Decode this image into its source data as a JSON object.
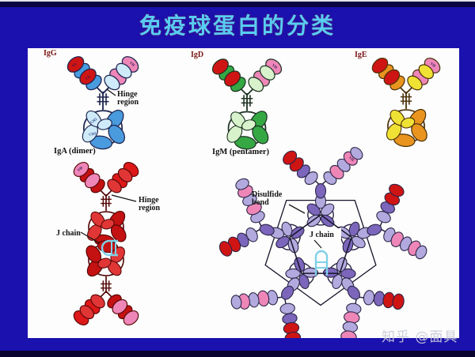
{
  "slide": {
    "title": "免疫球蛋白的分类",
    "watermark": "知乎 @面具"
  },
  "colors": {
    "background": "#1b11ae",
    "title_text": "#57cdf1",
    "panel": "#fdfdfd",
    "igg_heavy": "#4a9ade",
    "igg_light": "#cfeaf8",
    "igd_heavy": "#35a844",
    "igd_light": "#d8f2cc",
    "ige_heavy": "#e8941f",
    "ige_light": "#f0e235",
    "iga_red": "#c41111",
    "red_domain": "#cf1414",
    "pink_domain": "#ee86b8",
    "igm_purple": "#7b66bb",
    "igm_lavender": "#b2aade",
    "j_chain_cyan": "#7fd0e8"
  },
  "diagrams": {
    "igg": {
      "label": "IgG",
      "hinge": {
        "line1": "Hinge",
        "line2": "region"
      }
    },
    "igd": {
      "label": "IgD"
    },
    "ige": {
      "label": "IgE"
    },
    "iga": {
      "label": "IgA (dimer)",
      "hinge": {
        "line1": "Hinge",
        "line2": "region"
      },
      "j_chain": "J chain"
    },
    "igm": {
      "label": "IgM (pentamer)",
      "disulfide": {
        "line1": "Disulfide",
        "line2": "bond"
      },
      "j_chain": "J chain"
    }
  },
  "domain_labels": {
    "vh": "VH",
    "vl": "VL",
    "cl": "CL",
    "ch2": "CH2",
    "ch3": "CH3"
  }
}
